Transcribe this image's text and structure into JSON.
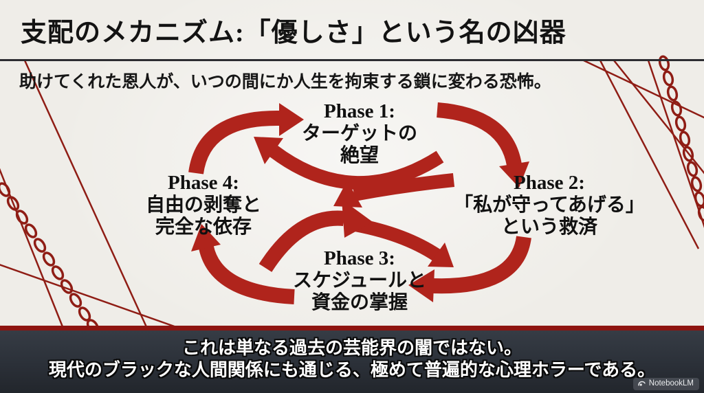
{
  "slide": {
    "title": "支配のメカニズム:「優しさ」という名の凶器",
    "subtitle": "助けてくれた恩人が、いつの間にか人生を拘束する鎖に変わる恐怖。",
    "phases": [
      {
        "label": "Phase 1:",
        "lines": [
          "ターゲットの",
          "絶望"
        ]
      },
      {
        "label": "Phase 2:",
        "lines": [
          "「私が守ってあげる」",
          "という救済"
        ]
      },
      {
        "label": "Phase 3:",
        "lines": [
          "スケジュールと",
          "資金の掌握"
        ]
      },
      {
        "label": "Phase 4:",
        "lines": [
          "自由の剥奪と",
          "完全な依存"
        ]
      }
    ],
    "diagram_type": "cycle",
    "cycle_order": [
      "Phase 1",
      "Phase 2",
      "Phase 3",
      "Phase 4"
    ]
  },
  "caption": {
    "line1": "これは単なる過去の芸能界の闇ではない。",
    "line2": "現代のブラックな人間関係にも通じる、極めて普遍的な心理ホラーである。"
  },
  "watermark": {
    "label": "NotebookLM"
  },
  "colors": {
    "slide_bg": "#efede8",
    "arrow_red": "#b0241c",
    "decor_red": "#8f1d15",
    "bar_red": "#8e1410",
    "caption_bg": "#2b3038",
    "caption_text": "#ffffff",
    "title_text": "#131313"
  }
}
